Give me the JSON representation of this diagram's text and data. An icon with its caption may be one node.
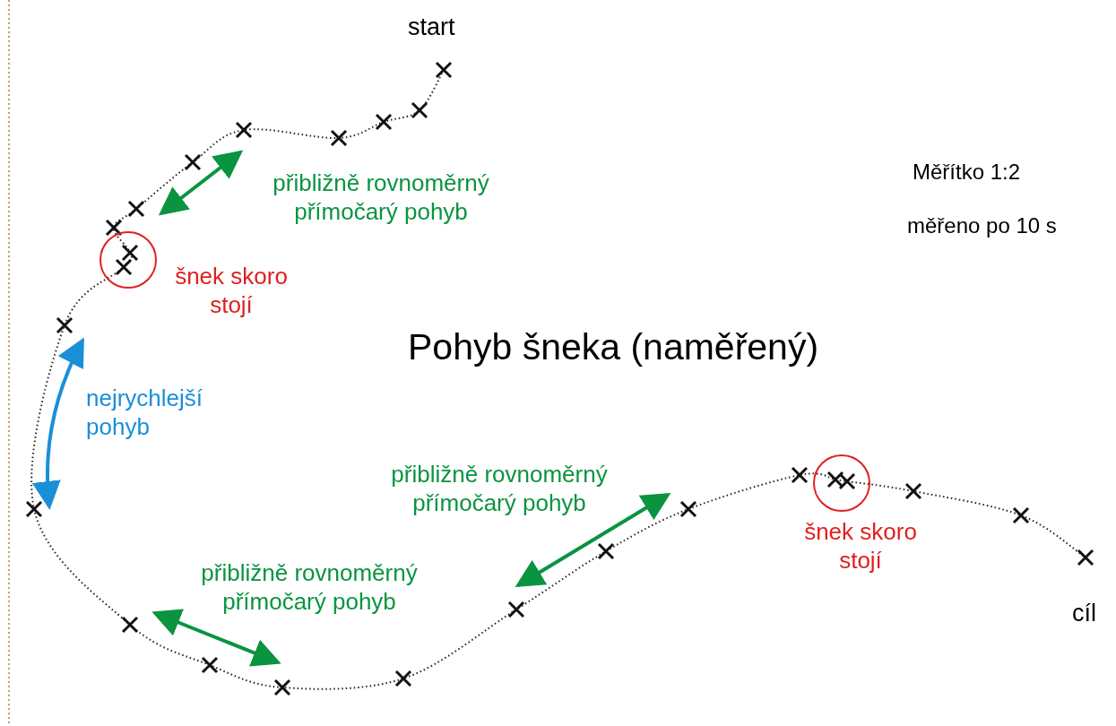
{
  "diagram": {
    "title": "Pohyb šneka (naměřený)",
    "labels": [
      "start",
      "přibližně rovnoměrný přímočarý pohyb",
      "Měřítko 1:2",
      "měřeno po 10 s",
      "šnek skoro stojí",
      "nejrychlejší pohyb",
      "přibližně rovnoměrný přímočarý pohyb",
      "šnek skoro stojí",
      "přibližně rovnoměrný přímočarý pohyb",
      "cíl"
    ]
  }
}
